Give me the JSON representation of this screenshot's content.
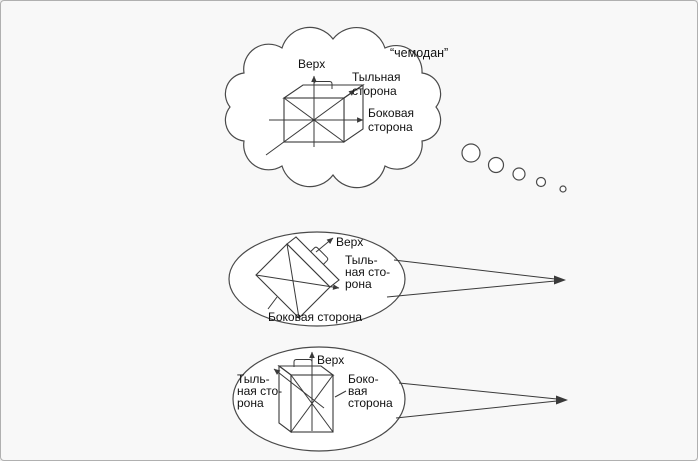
{
  "figure": {
    "background": "#f8f8f8",
    "stroke_color": "#3a3a3a",
    "text_color": "#111111"
  },
  "thought_bubble": {
    "word": "“чемодан”",
    "labels": {
      "top": "Верх",
      "back": [
        "Тыльная",
        "сторона"
      ],
      "side": [
        "Боковая",
        "сторона"
      ]
    }
  },
  "rotated_view": {
    "labels": {
      "top": "Верх",
      "back": [
        "Тыль-",
        "ная сто-",
        "рона"
      ],
      "side": "Боковая сторона"
    }
  },
  "upright_view": {
    "labels": {
      "top": "Верх",
      "back": [
        "Тыль-",
        "ная сто-",
        "рона"
      ],
      "side": [
        "Боко-",
        "вая",
        "сторона"
      ]
    }
  }
}
